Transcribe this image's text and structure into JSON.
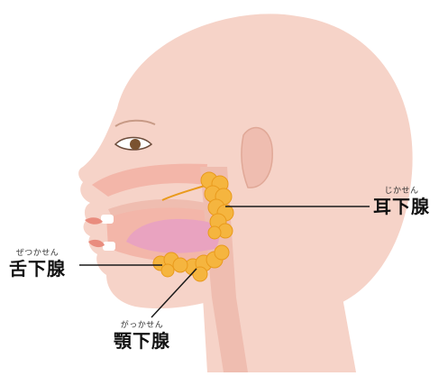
{
  "labels": {
    "parotid": {
      "ruby": "じかせん",
      "name": "耳下腺"
    },
    "sublingual": {
      "ruby": "ぜつかせん",
      "name": "舌下腺"
    },
    "submandibular": {
      "ruby": "がっかせん",
      "name": "顎下腺"
    }
  },
  "colors": {
    "skin": "#f6d3c8",
    "skin_dark": "#efbdb0",
    "cavity": "#f3b6a9",
    "tongue": "#e9a3c0",
    "gland": "#f5b53f",
    "gland_edge": "#e99a1c",
    "leader_line": "#1a1a1a"
  }
}
